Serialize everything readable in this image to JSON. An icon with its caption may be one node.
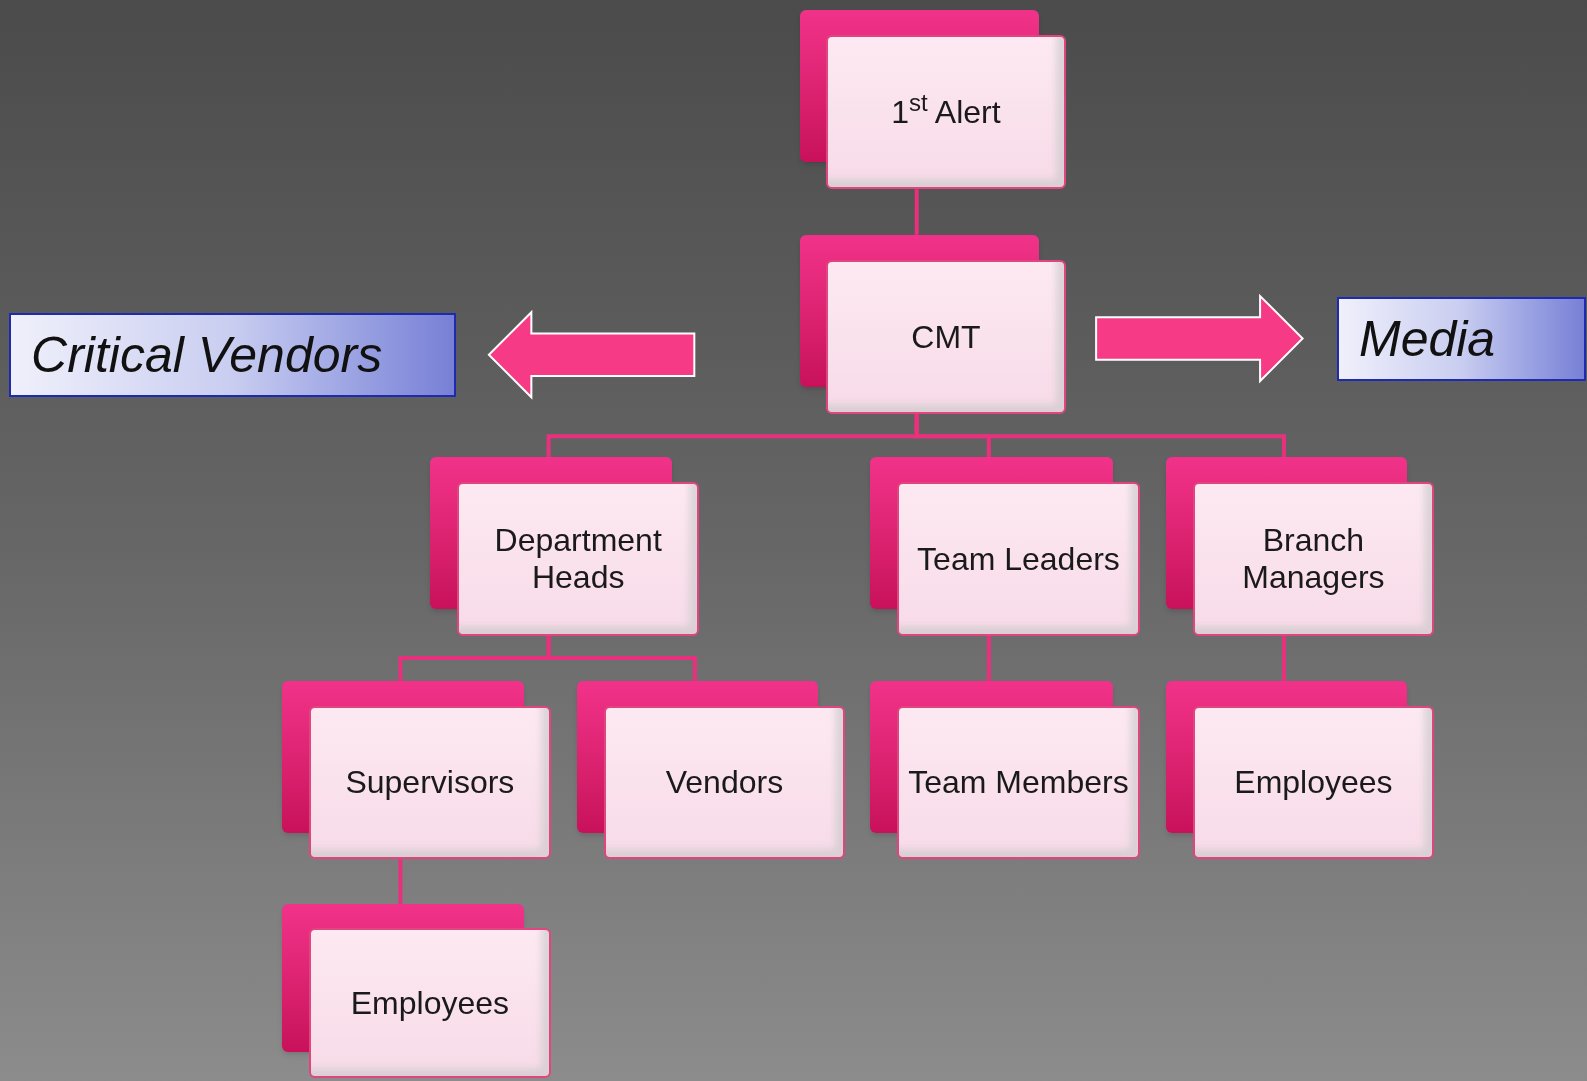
{
  "diagram": {
    "nodes": [
      {
        "text": [
          "1$^{st}$ Alert"
        ]
      },
      {
        "text": [
          "CMT"
        ]
      },
      {
        "text": [
          "Critical Vendors"
        ]
      },
      {
        "text": [
          "Media"
        ]
      },
      {
        "text": [
          "Department Heads"
        ]
      },
      {
        "text": [
          "Team Leaders"
        ]
      },
      {
        "text": [
          "Branch Managers"
        ]
      },
      {
        "text": [
          "Supervisors"
        ]
      },
      {
        "text": [
          "Vendors"
        ]
      },
      {
        "text": [
          "Team Members"
        ]
      },
      {
        "text": [
          "Employees"
        ]
      },
      {
        "text": [
          "Employees"
        ]
      }
    ],
    "edges": [
      {
        "from": 0,
        "to": 1,
        "arrow": "none"
      },
      {
        "from": 1,
        "to": 2,
        "arrow": "to",
        "style": "thick"
      },
      {
        "from": 1,
        "to": 3,
        "arrow": "to",
        "style": "thick"
      },
      {
        "from": 1,
        "to": 4,
        "arrow": "none"
      },
      {
        "from": 1,
        "to": 5,
        "arrow": "none"
      },
      {
        "from": 1,
        "to": 6,
        "arrow": "none"
      },
      {
        "from": 4,
        "to": 7,
        "arrow": "none"
      },
      {
        "from": 4,
        "to": 8,
        "arrow": "none"
      },
      {
        "from": 5,
        "to": 9,
        "arrow": "none"
      },
      {
        "from": 6,
        "to": 10,
        "arrow": "none"
      },
      {
        "from": 7,
        "to": 11,
        "arrow": "none"
      }
    ]
  }
}
